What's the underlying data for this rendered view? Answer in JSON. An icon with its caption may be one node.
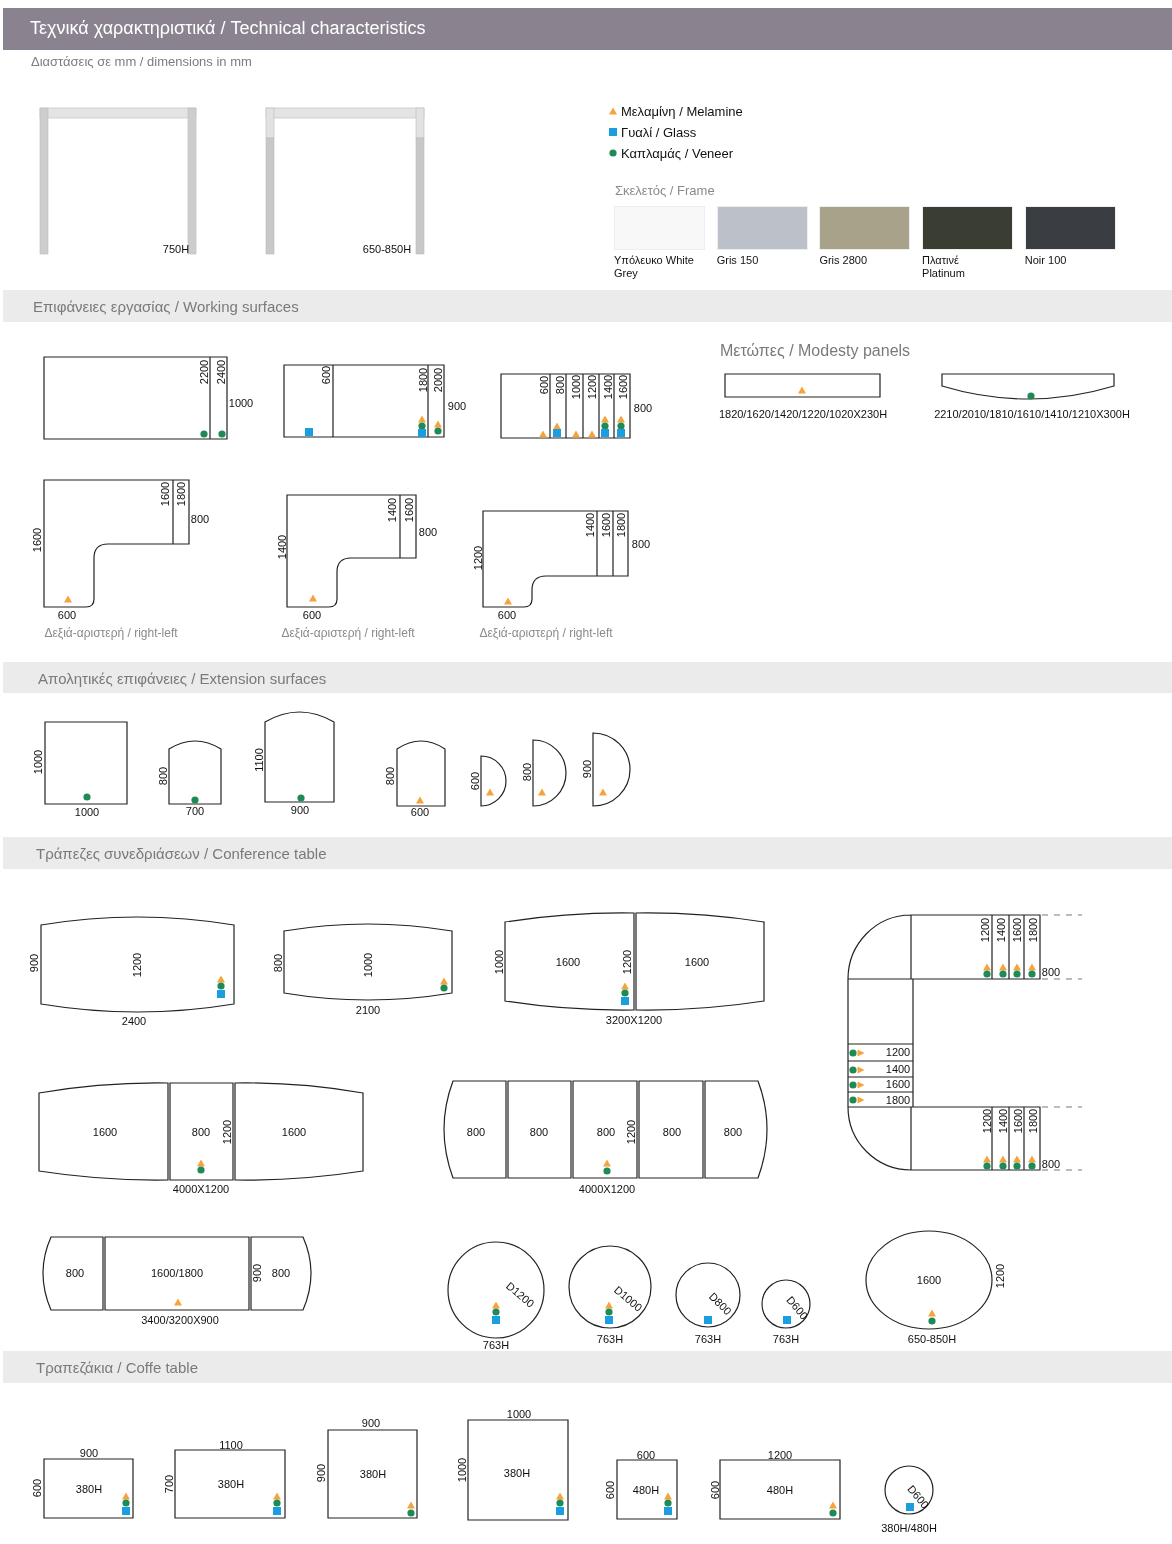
{
  "diagram": {
    "title": "Τεχνικά χαρακτηριστικά / Technical characteristics",
    "nodes": [
      {
        "text": [
          "750H"
        ]
      },
      {
        "text": [
          "650-850H"
        ]
      },
      {
        "text": [
          "Επιφάνειες εργασίας / Working surfaces"
        ]
      },
      {
        "text": [
          "2200",
          "2400"
        ],
        "beside": [
          "1000"
        ]
      },
      {
        "text": [
          "600",
          "1800",
          "2000"
        ],
        "beside": [
          "900"
        ]
      },
      {
        "text": [
          "600",
          "800",
          "1000",
          "1200",
          "1400",
          "1600"
        ],
        "beside": [
          "800"
        ]
      },
      {
        "text": [],
        "shape": "bar",
        "beside": [
          "1820/1620/1420/1220/1020X230H"
        ]
      },
      {
        "text": [],
        "shape": "bar",
        "beside": [
          "2210/2010/1810/1610/1410/1210X300H"
        ]
      },
      {
        "text": [
          "1600",
          "1800"
        ],
        "beside": [
          "1600",
          "800",
          "600",
          "Δεξιά-αριστερή / right-left"
        ]
      },
      {
        "text": [
          "1400",
          "1600"
        ],
        "beside": [
          "1400",
          "800",
          "600",
          "Δεξιά-αριστερή / right-left"
        ]
      },
      {
        "text": [
          "1400",
          "1600",
          "1800"
        ],
        "beside": [
          "1200",
          "800",
          "600",
          "Δεξιά-αριστερή / right-left"
        ]
      },
      {
        "text": [
          "Απολητικές επιφάνειες / Extension surfaces"
        ]
      },
      {
        "text": [],
        "shape": "box",
        "beside": [
          "1000",
          "1000"
        ]
      },
      {
        "text": [],
        "shape": "arch",
        "beside": [
          "800",
          "700"
        ]
      },
      {
        "text": [],
        "shape": "arch",
        "beside": [
          "1100",
          "900"
        ]
      },
      {
        "text": [],
        "shape": "arch",
        "beside": [
          "800",
          "600"
        ]
      },
      {
        "text": [],
        "shape": "semicircle",
        "beside": [
          "600"
        ]
      },
      {
        "text": [],
        "shape": "semicircle",
        "beside": [
          "800"
        ]
      },
      {
        "text": [],
        "shape": "semicircle",
        "beside": [
          "900"
        ]
      },
      {
        "text": [
          "Τράπεζες συνεδριάσεων / Conference table"
        ]
      },
      {
        "text": [
          "1200"
        ],
        "beside": [
          "900",
          "2400"
        ]
      },
      {
        "text": [
          "1000"
        ],
        "beside": [
          "800",
          "2100"
        ]
      },
      {
        "text": [
          "1600",
          "1200",
          "1600"
        ],
        "beside": [
          "1000",
          "3200X1200"
        ]
      },
      {
        "text": [
          "1200",
          "1400",
          "1600",
          "1800",
          "800",
          "1200",
          "1400",
          "1600",
          "1800",
          "1200",
          "1400",
          "1600",
          "1800",
          "800"
        ]
      },
      {
        "text": [
          "1600",
          "800",
          "1200",
          "1600"
        ],
        "beside": [
          "4000X1200"
        ]
      },
      {
        "text": [
          "800",
          "800",
          "800",
          "1200",
          "800",
          "800"
        ],
        "beside": [
          "4000X1200"
        ]
      },
      {
        "text": [
          "800",
          "1600/1800",
          "900",
          "800"
        ],
        "beside": [
          "3400/3200X900"
        ]
      },
      {
        "text": [
          "D1200"
        ],
        "beside": [
          "763H"
        ]
      },
      {
        "text": [
          "D1000"
        ],
        "beside": [
          "763H"
        ]
      },
      {
        "text": [
          "D800"
        ],
        "beside": [
          "763H"
        ]
      },
      {
        "text": [
          "D600"
        ],
        "beside": [
          "763H"
        ]
      },
      {
        "text": [
          "1600"
        ],
        "beside": [
          "1200",
          "650-850H"
        ]
      },
      {
        "text": [
          "Τραπεζάκια / Coffe table"
        ]
      },
      {
        "text": [
          "380H"
        ],
        "beside": [
          "900",
          "600"
        ]
      },
      {
        "text": [
          "380H"
        ],
        "beside": [
          "1100",
          "700"
        ]
      },
      {
        "text": [
          "380H"
        ],
        "beside": [
          "900",
          "900"
        ]
      },
      {
        "text": [
          "380H"
        ],
        "beside": [
          "1000",
          "1000"
        ]
      },
      {
        "text": [
          "480H"
        ],
        "beside": [
          "600",
          "600"
        ]
      },
      {
        "text": [
          "480H"
        ],
        "beside": [
          "1200",
          "600"
        ]
      },
      {
        "text": [
          "D600"
        ],
        "beside": [
          "380H/480H"
        ]
      }
    ],
    "edges": [],
    "labels": [
      "Διαστάσεις σε mm / dimensions in mm",
      "Σκελετός / Frame",
      "Μετώπες / Modesty panels"
    ],
    "legend": [
      {
        "text": "Μελαμίνη / Melamine"
      },
      {
        "text": "Γυαλί / Glass"
      },
      {
        "text": "Καπλαμάς / Veneer"
      },
      {
        "text": "Υπόλευκο White Grey",
        "color": "#f8f8f8"
      },
      {
        "text": "Gris 150",
        "color": "#bcc0c8"
      },
      {
        "text": "Gris 2800",
        "color": "#a8a28a"
      },
      {
        "text": "Πλατινέ Platinum",
        "color": "#3a3d32"
      },
      {
        "text": "Noir 100",
        "color": "#3a3e43"
      }
    ]
  }
}
